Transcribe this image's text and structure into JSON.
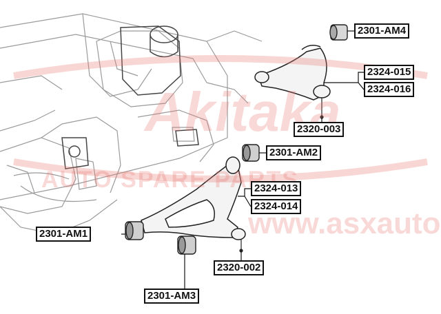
{
  "labels": {
    "am4": "2301-AM4",
    "p015": "2324-015",
    "p016": "2324-016",
    "p003": "2320-003",
    "am2": "2301-AM2",
    "p013": "2324-013",
    "p014": "2324-014",
    "am1": "2301-AM1",
    "p002": "2320-002",
    "am3": "2301-AM3"
  },
  "watermark": {
    "logo": "Akitaka",
    "tagline": "AUTO SPARE PARTS",
    "site": "www.asxauto.ru"
  },
  "colors": {
    "watermark": "#e8786e",
    "line": "#111111",
    "label_border": "#111111"
  }
}
